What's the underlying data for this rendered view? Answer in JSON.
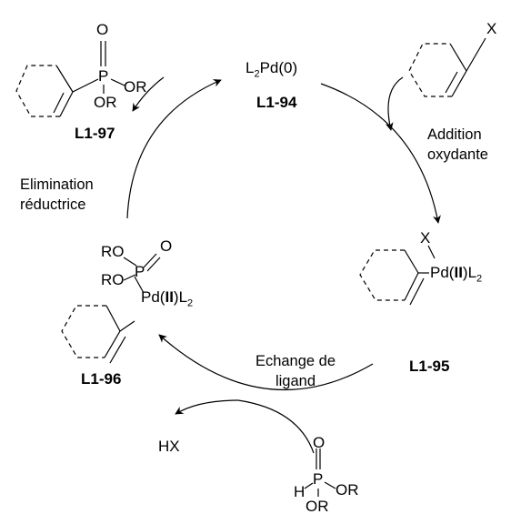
{
  "colors": {
    "ink": "#000000",
    "background": "#ffffff"
  },
  "species": {
    "pd0": {
      "prefix": "L",
      "sub": "2",
      "rest": "Pd(0)",
      "label": "L1-94"
    },
    "oxidative": {
      "label": "L1-95",
      "x": "X",
      "pd": "Pd(",
      "ox": "II",
      "close": ")L",
      "sub": "2"
    },
    "exchanged": {
      "label": "L1-96",
      "ro1": "RO",
      "ro2": "RO",
      "p": "P",
      "o": "O",
      "pd": "Pd(",
      "ox": "II",
      "close": ")L",
      "sub": "2"
    },
    "product": {
      "label": "L1-97",
      "o": "O",
      "p": "P",
      "or1": "OR",
      "or2": "OR"
    },
    "substrate": {
      "x": "X"
    },
    "phosphite": {
      "o": "O",
      "p": "P",
      "h": "H",
      "or1": "OR",
      "or2": "OR"
    }
  },
  "steps": {
    "oxidative_addition": [
      "Addition",
      "oxydante"
    ],
    "ligand_exchange": [
      "Echange de",
      "ligand"
    ],
    "reductive_elimination": [
      "Elimination",
      "réductrice"
    ],
    "byproduct": "HX"
  }
}
